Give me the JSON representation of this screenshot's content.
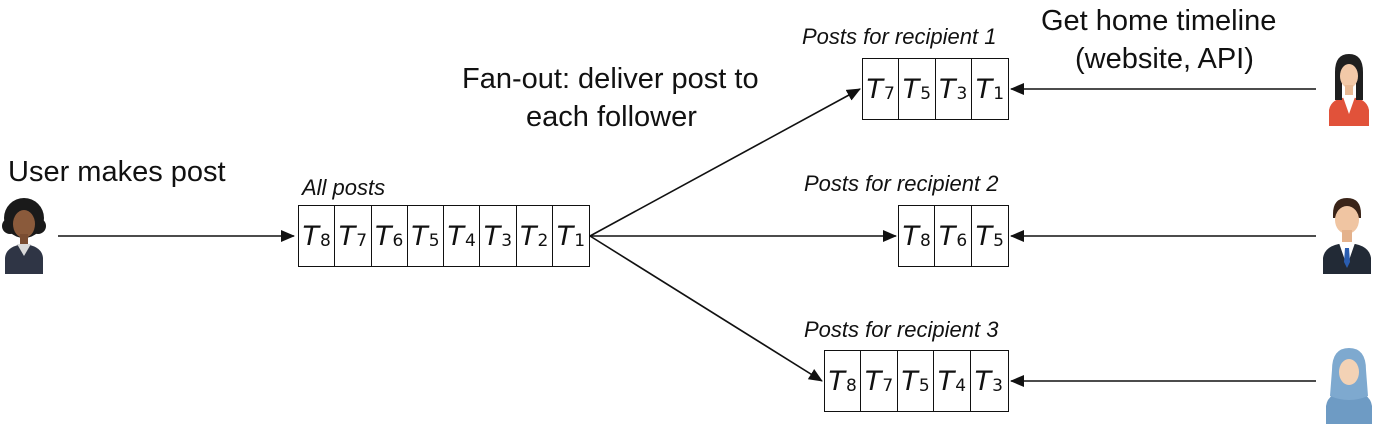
{
  "labels": {
    "user_makes_post": "User makes post",
    "fanout_line1": "Fan-out: deliver post to",
    "fanout_line2": "each follower",
    "home_line1": "Get home timeline",
    "home_line2": "(website, API)"
  },
  "all_posts": {
    "caption": "All posts",
    "items": [
      {
        "base": "T",
        "sub": "8"
      },
      {
        "base": "T",
        "sub": "7"
      },
      {
        "base": "T",
        "sub": "6"
      },
      {
        "base": "T",
        "sub": "5"
      },
      {
        "base": "T",
        "sub": "4"
      },
      {
        "base": "T",
        "sub": "3"
      },
      {
        "base": "T",
        "sub": "2"
      },
      {
        "base": "T",
        "sub": "1"
      }
    ]
  },
  "recipients": [
    {
      "caption": "Posts for recipient 1",
      "items": [
        {
          "base": "T",
          "sub": "7"
        },
        {
          "base": "T",
          "sub": "5"
        },
        {
          "base": "T",
          "sub": "3"
        },
        {
          "base": "T",
          "sub": "1"
        }
      ]
    },
    {
      "caption": "Posts for recipient 2",
      "items": [
        {
          "base": "T",
          "sub": "8"
        },
        {
          "base": "T",
          "sub": "6"
        },
        {
          "base": "T",
          "sub": "5"
        }
      ]
    },
    {
      "caption": "Posts for recipient 3",
      "items": [
        {
          "base": "T",
          "sub": "8"
        },
        {
          "base": "T",
          "sub": "7"
        },
        {
          "base": "T",
          "sub": "5"
        },
        {
          "base": "T",
          "sub": "4"
        },
        {
          "base": "T",
          "sub": "3"
        }
      ]
    }
  ],
  "icons": {
    "poster": "person-woman-curly-hair-icon",
    "recipient1": "person-woman-long-hair-icon",
    "recipient2": "person-man-suit-icon",
    "recipient3": "person-woman-hijab-icon"
  }
}
